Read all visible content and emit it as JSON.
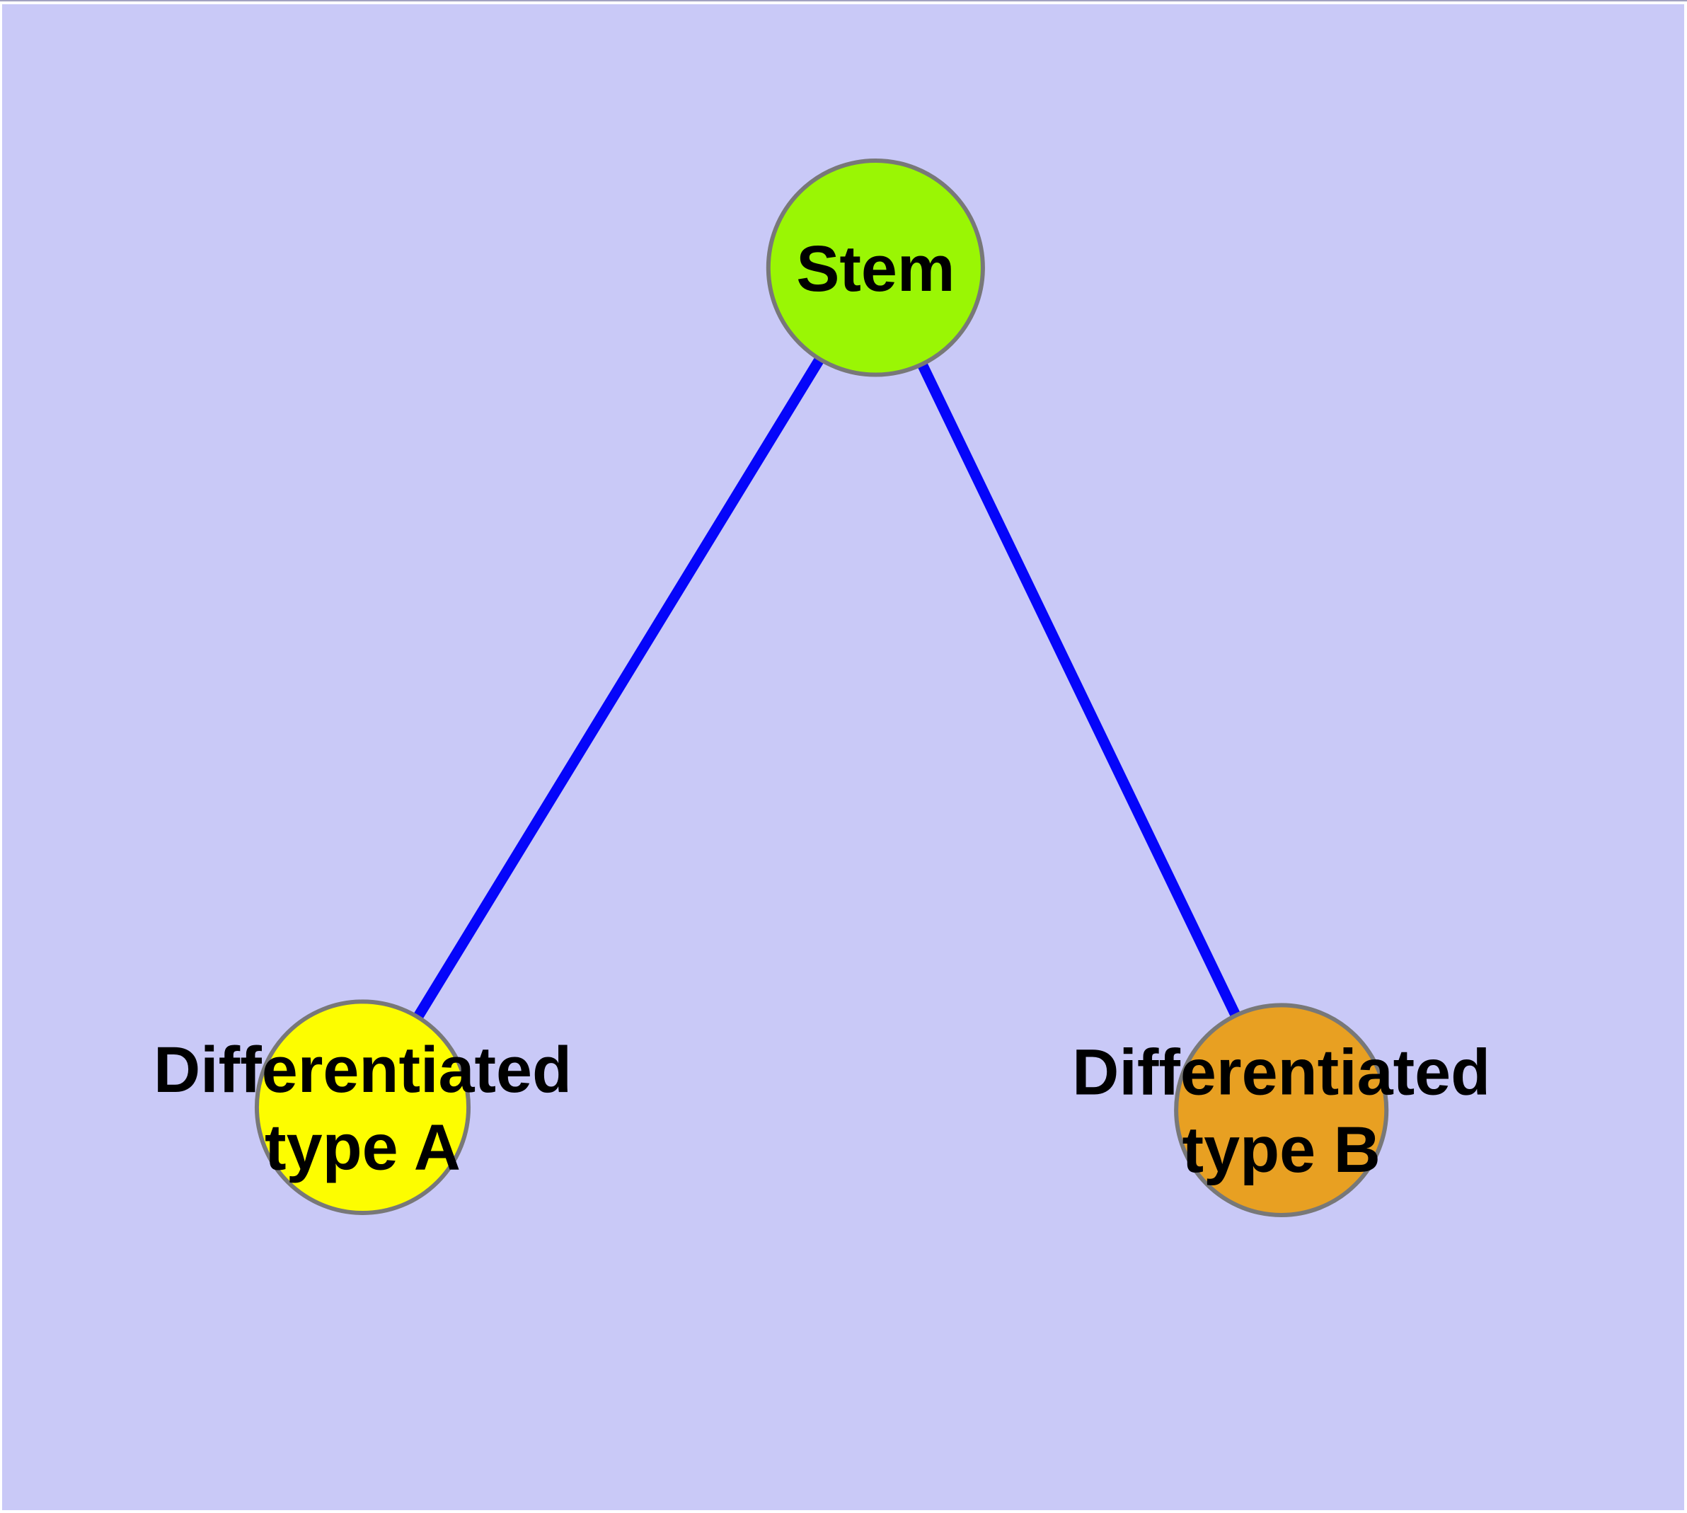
{
  "app": {
    "canvas_background": "#c9c9f7",
    "frame_border_color": "#ffffff",
    "frame_topline_color": "#a2a2c0"
  },
  "diagram": {
    "edge_color": "#0505fa",
    "node_outline_color": "#787878",
    "label_color": "#000000",
    "nodes": {
      "stem": {
        "label": "Stem",
        "color": "#9af604"
      },
      "type_a": {
        "label_line1": "Differentiated",
        "label_line2": "type A",
        "color": "#fdfd00"
      },
      "type_b": {
        "label_line1": "Differentiated",
        "label_line2": "type B",
        "color": "#e8a022"
      }
    },
    "edges": [
      {
        "from": "Stem",
        "to": "Differentiated type A"
      },
      {
        "from": "Stem",
        "to": "Differentiated type B"
      }
    ]
  }
}
